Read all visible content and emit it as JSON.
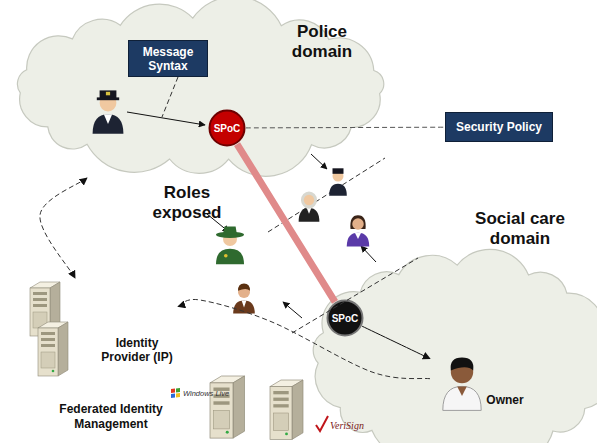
{
  "diagram": {
    "nodes": [
      {
        "text": [
          "Police domain"
        ]
      },
      {
        "text": [
          "Message Syntax"
        ],
        "in": 0
      },
      {
        "text": [
          "SPoC"
        ],
        "in": 0
      },
      {
        "text": [
          "Security Policy"
        ]
      },
      {
        "text": [
          "Social care domain"
        ]
      },
      {
        "text": [
          "SPoC"
        ],
        "in": 4
      },
      {
        "text": [
          "Owner"
        ],
        "in": 4
      },
      {
        "text": [
          "Identity Provider (IP)"
        ]
      }
    ],
    "edges": [
      {
        "from": 2,
        "to": 3,
        "arrow": "none"
      },
      {
        "from": 2,
        "to": 5,
        "arrow": "none"
      },
      {
        "from": 5,
        "to": 6,
        "arrow": "to"
      },
      {
        "from": 0,
        "to": 7,
        "arrow": "both"
      },
      {
        "from": 6,
        "to": 7,
        "arrow": "to"
      }
    ],
    "labels": [
      "Roles exposed",
      "Federated Identity Management",
      "Windows Live",
      "VeriSign"
    ]
  }
}
